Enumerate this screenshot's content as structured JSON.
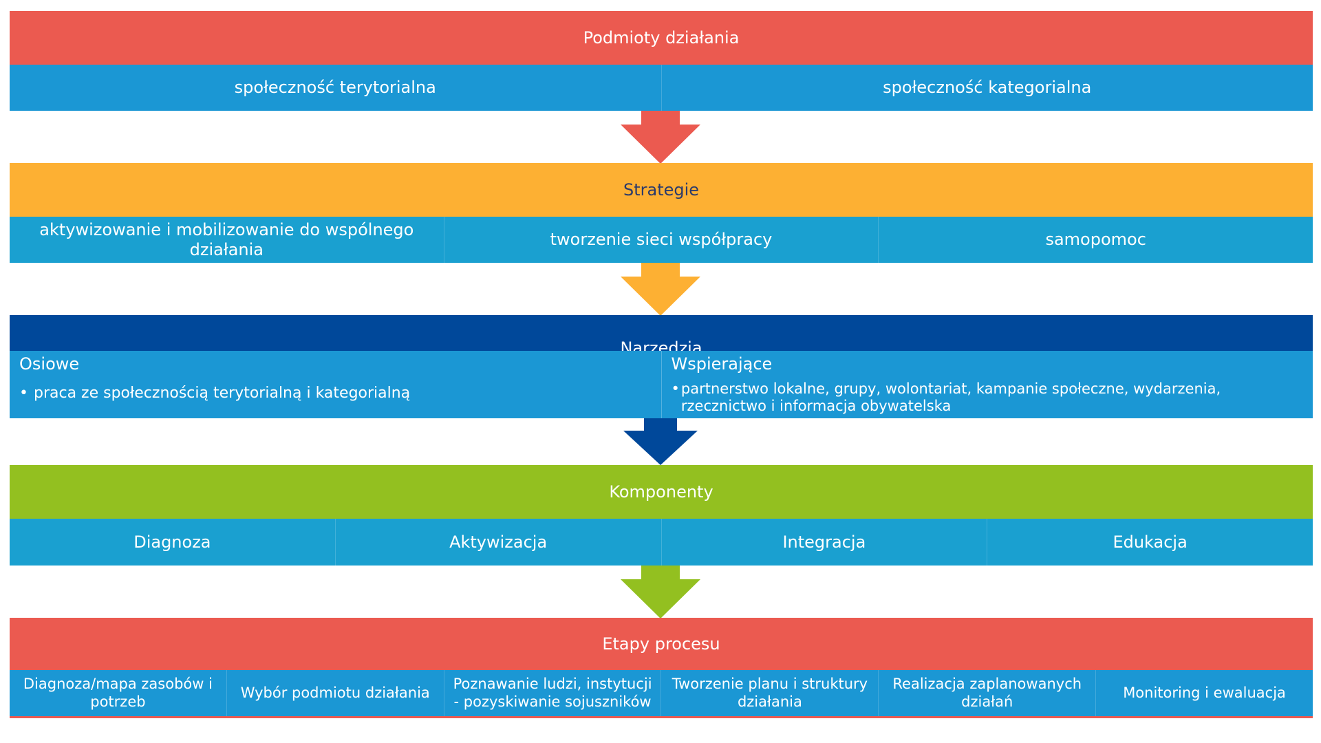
{
  "colors": {
    "red": "#EB5A50",
    "orange": "#FDB033",
    "navy": "#00489A",
    "green": "#93C020",
    "blue": "#1B97D4",
    "blue_alt": "#1AA0D0",
    "navy_text": "#2B3A6B"
  },
  "stages": {
    "podmioty": {
      "title": "Podmioty działania",
      "items": [
        "społeczność terytorialna",
        "społeczność kategorialna"
      ]
    },
    "strategie": {
      "title": "Strategie",
      "items": [
        "aktywizowanie i mobilizowanie do wspólnego działania",
        "tworzenie sieci współpracy",
        "samopomoc"
      ]
    },
    "narzedzia": {
      "title": "Narzędzia",
      "columns": [
        {
          "title": "Osiowe",
          "bullet": "•",
          "text": "praca ze społecznością terytorialną i kategorialną"
        },
        {
          "title": "Wspierające",
          "bullet": "•",
          "text": "partnerstwo lokalne, grupy, wolontariat, kampanie społeczne, wydarzenia, rzecznictwo i informacja obywatelska"
        }
      ]
    },
    "komponenty": {
      "title": "Komponenty",
      "items": [
        "Diagnoza",
        "Aktywizacja",
        "Integracja",
        "Edukacja"
      ]
    },
    "etapy": {
      "title": "Etapy procesu",
      "items": [
        "Diagnoza/mapa zasobów i potrzeb",
        "Wybór podmiotu działania",
        "Poznawanie ludzi, instytucji - pozyskiwanie sojuszników",
        "Tworzenie planu i struktury działania",
        "Realizacja zaplanowanych działań",
        "Monitoring i ewaluacja"
      ]
    }
  }
}
